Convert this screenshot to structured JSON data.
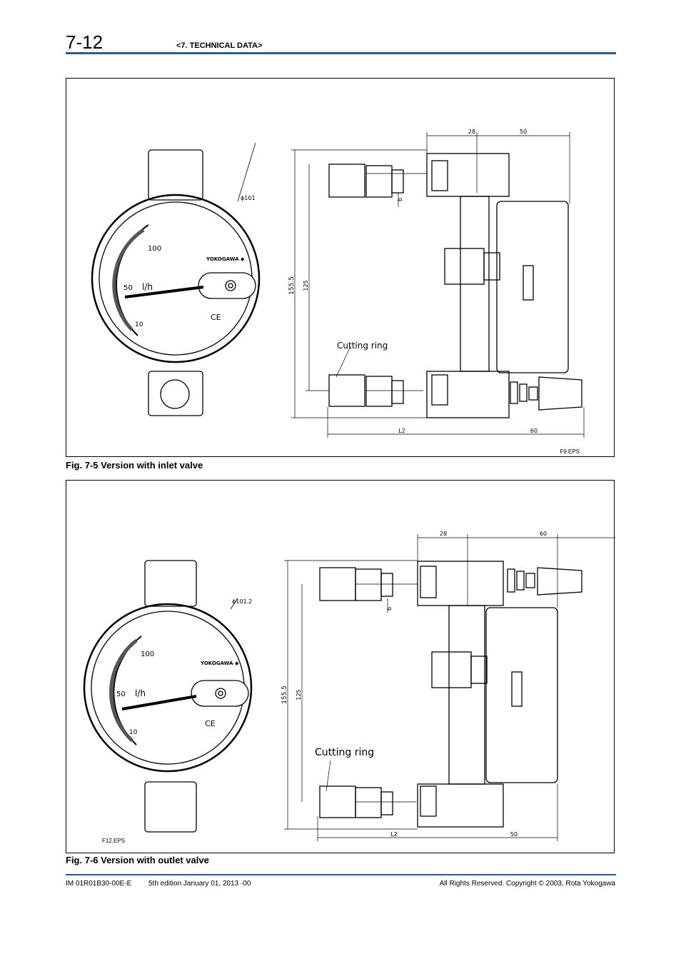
{
  "header": {
    "page_number": "7-12",
    "section": "<7. TECHNICAL DATA>"
  },
  "figures": [
    {
      "caption": "Fig. 7-5  Version with inlet valve",
      "file": "F9.EPS",
      "callout": "Cutting ring",
      "dims": {
        "top_a": "28",
        "top_b": "50",
        "bottom_a": "L2",
        "bottom_b": "60",
        "height_total": "155.5",
        "height_inner": "125",
        "b": "b",
        "diameter": "ϕ101"
      },
      "scale": {
        "top": "100",
        "mid": "50",
        "low": "10",
        "unit": "l/h"
      },
      "brand": "YOKOGAWA ◆",
      "ce": "CE"
    },
    {
      "caption": "Fig. 7-6  Version with outlet valve",
      "file": "F12.EPS",
      "callout": "Cutting ring",
      "dims": {
        "top_a": "28",
        "top_b": "60",
        "bottom_a": "L2",
        "bottom_b": "50",
        "height_total": "155.5",
        "height_inner": "125",
        "b": "b",
        "diameter": "ϕ101.2"
      },
      "scale": {
        "top": "100",
        "mid": "50",
        "low": "10",
        "unit": "l/h"
      },
      "brand": "YOKOGAWA ◆",
      "ce": "CE"
    }
  ],
  "footer": {
    "doc_id": "IM 01R01B30-00E-E",
    "edition": "5th edition January 01, 2013 -00",
    "copyright": "All Rights Reserved. Copyright © 2003, Rota Yokogawa"
  }
}
